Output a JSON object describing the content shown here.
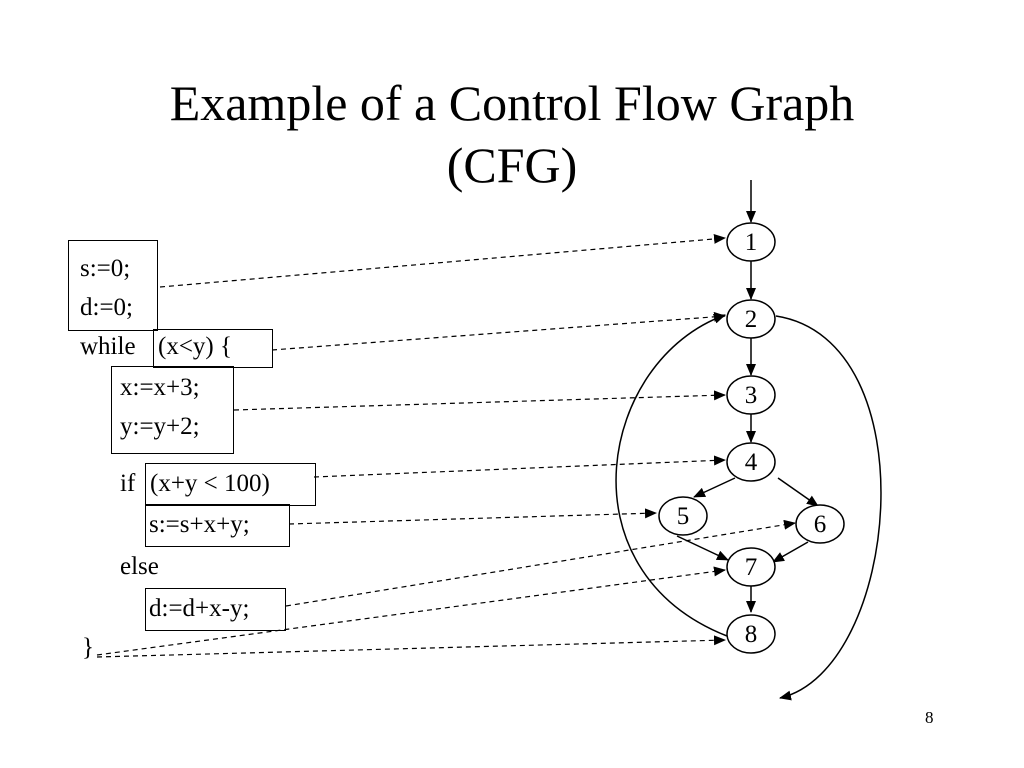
{
  "slide": {
    "title_line1": "Example of a Control Flow Graph",
    "title_line2": "(CFG)",
    "page_number": "8"
  },
  "code": {
    "s_init": "s:=0;",
    "d_init": "d:=0;",
    "while_kw": "while",
    "while_cond": "(x<y) {",
    "x_update": "x:=x+3;",
    "y_update": "y:=y+2;",
    "if_kw": "if",
    "if_cond": "(x+y < 100)",
    "s_update": "s:=s+x+y;",
    "else_kw": "else",
    "d_update": "d:=d+x-y;",
    "close_brace": "}"
  },
  "graph": {
    "nodes": [
      {
        "id": "n1",
        "label": "1"
      },
      {
        "id": "n2",
        "label": "2"
      },
      {
        "id": "n3",
        "label": "3"
      },
      {
        "id": "n4",
        "label": "4"
      },
      {
        "id": "n5",
        "label": "5"
      },
      {
        "id": "n6",
        "label": "6"
      },
      {
        "id": "n7",
        "label": "7"
      },
      {
        "id": "n8",
        "label": "8"
      }
    ],
    "edges": [
      {
        "from": "entry",
        "to": "1"
      },
      {
        "from": "1",
        "to": "2"
      },
      {
        "from": "2",
        "to": "3"
      },
      {
        "from": "3",
        "to": "4"
      },
      {
        "from": "4",
        "to": "5"
      },
      {
        "from": "4",
        "to": "6"
      },
      {
        "from": "5",
        "to": "7"
      },
      {
        "from": "6",
        "to": "7"
      },
      {
        "from": "7",
        "to": "8"
      },
      {
        "from": "8",
        "to": "2",
        "kind": "loop-back"
      },
      {
        "from": "2",
        "to": "exit",
        "kind": "loop-exit"
      }
    ],
    "mappings": [
      {
        "code": "s:=0; d:=0;",
        "node": "1"
      },
      {
        "code": "(x<y) {",
        "node": "2"
      },
      {
        "code": "x:=x+3; y:=y+2;",
        "node": "3"
      },
      {
        "code": "(x+y < 100)",
        "node": "4"
      },
      {
        "code": "s:=s+x+y;",
        "node": "5"
      },
      {
        "code": "d:=d+x-y;",
        "node": "6"
      },
      {
        "code": "}",
        "node": "7"
      },
      {
        "code": "}",
        "node": "8"
      }
    ]
  }
}
